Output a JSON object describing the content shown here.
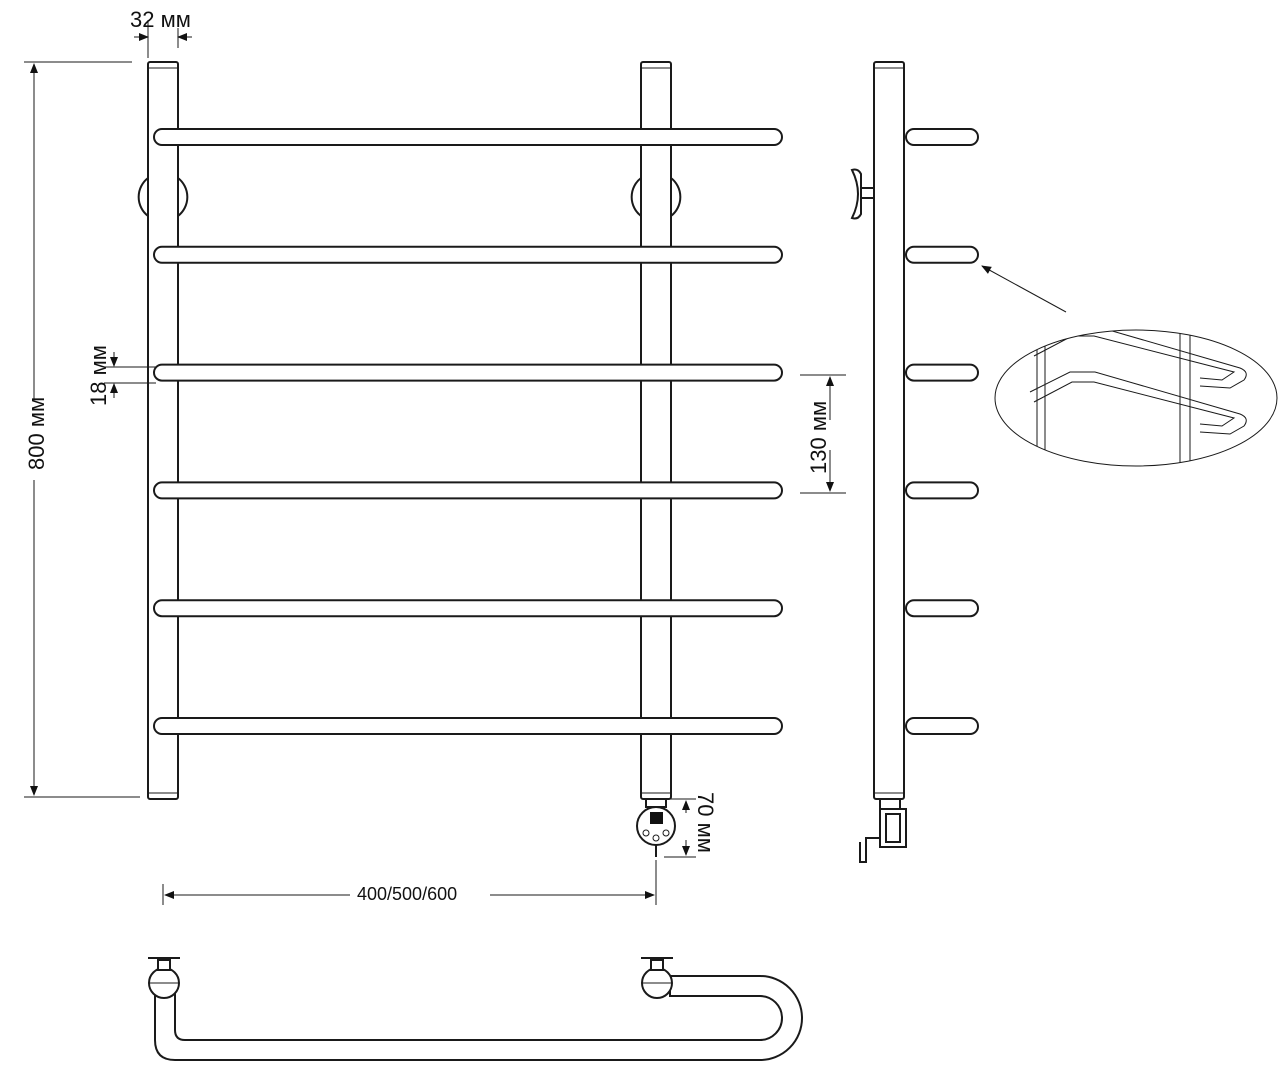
{
  "diagram": {
    "dimensions": {
      "tube_diameter": "32 мм",
      "height": "800 мм",
      "rung_diameter": "18 мм",
      "rung_spacing": "130 мм",
      "heater_height": "70 мм",
      "width_options": "400/500/600"
    },
    "views": [
      "front-view",
      "side-view",
      "top-view",
      "detail-callout"
    ],
    "rung_count": 6
  }
}
